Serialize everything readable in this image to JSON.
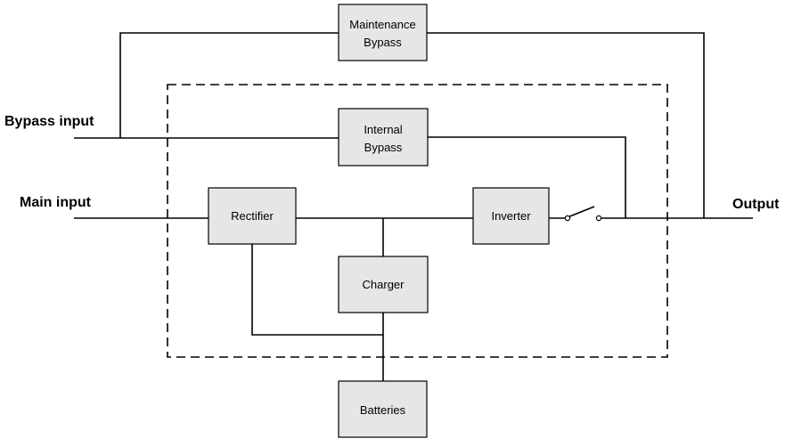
{
  "labels": {
    "bypass_input": "Bypass input",
    "main_input": "Main input",
    "output": "Output"
  },
  "blocks": {
    "maintenance_bypass": [
      "Maintenance",
      "Bypass"
    ],
    "internal_bypass": [
      "Internal",
      "Bypass"
    ],
    "rectifier": "Rectifier",
    "inverter": "Inverter",
    "charger": "Charger",
    "batteries": "Batteries"
  },
  "colors": {
    "block_fill": "#e6e6e6",
    "line": "#000000",
    "background": "#ffffff"
  }
}
